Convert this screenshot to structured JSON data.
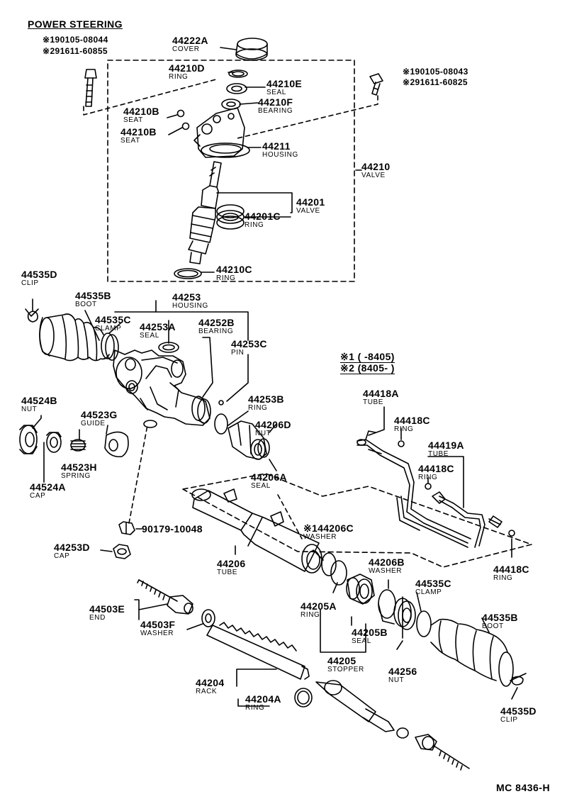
{
  "diagram": {
    "title": "POWER STEERING",
    "code": "MC 8436-H",
    "bolt_notes_left": [
      "※190105-08044",
      "※291611-60855"
    ],
    "bolt_notes_right": [
      "※190105-08043",
      "※291611-60825"
    ],
    "legend": {
      "line1": "※1 (       -8405)",
      "line2": "※2 (8405-       )"
    },
    "parts": [
      {
        "key": "p44222A",
        "number": "44222A",
        "name": "COVER"
      },
      {
        "key": "p44210D",
        "number": "44210D",
        "name": "RING"
      },
      {
        "key": "p44210E",
        "number": "44210E",
        "name": "SEAL"
      },
      {
        "key": "p44210F",
        "number": "44210F",
        "name": "BEARING"
      },
      {
        "key": "p44210B1",
        "number": "44210B",
        "name": "SEAT"
      },
      {
        "key": "p44210B2",
        "number": "44210B",
        "name": "SEAT"
      },
      {
        "key": "p44211",
        "number": "44211",
        "name": "HOUSING"
      },
      {
        "key": "p44210",
        "number": "44210",
        "name": "VALVE"
      },
      {
        "key": "p44201",
        "number": "44201",
        "name": "VALVE"
      },
      {
        "key": "p44201C",
        "number": "44201C",
        "name": "RING"
      },
      {
        "key": "p44210C",
        "number": "44210C",
        "name": "RING"
      },
      {
        "key": "p44535D1",
        "number": "44535D",
        "name": "CLIP"
      },
      {
        "key": "p44535B1",
        "number": "44535B",
        "name": "BOOT"
      },
      {
        "key": "p44535C1",
        "number": "44535C",
        "name": "CLAMP"
      },
      {
        "key": "p44253",
        "number": "44253",
        "name": "HOUSING"
      },
      {
        "key": "p44253A",
        "number": "44253A",
        "name": "SEAL"
      },
      {
        "key": "p44252B",
        "number": "44252B",
        "name": "BEARING"
      },
      {
        "key": "p44253C",
        "number": "44253C",
        "name": "PIN"
      },
      {
        "key": "p44253B",
        "number": "44253B",
        "name": "RING"
      },
      {
        "key": "p44206D",
        "number": "44206D",
        "name": "NUT"
      },
      {
        "key": "p44206A",
        "number": "44206A",
        "name": "SEAL"
      },
      {
        "key": "p44524B",
        "number": "44524B",
        "name": "NUT"
      },
      {
        "key": "p44523G",
        "number": "44523G",
        "name": "GUIDE"
      },
      {
        "key": "p44523H",
        "number": "44523H",
        "name": "SPRING"
      },
      {
        "key": "p44524A",
        "number": "44524A",
        "name": "CAP"
      },
      {
        "key": "p90179",
        "number": "90179-10048",
        "name": ""
      },
      {
        "key": "p44253D",
        "number": "44253D",
        "name": "CAP"
      },
      {
        "key": "p44206",
        "number": "44206",
        "name": "TUBE"
      },
      {
        "key": "p44206C",
        "number": "※144206C",
        "name": "WASHER"
      },
      {
        "key": "p44206B",
        "number": "44206B",
        "name": "WASHER"
      },
      {
        "key": "p44418A",
        "number": "44418A",
        "name": "TUBE"
      },
      {
        "key": "p44418C1",
        "number": "44418C",
        "name": "RING"
      },
      {
        "key": "p44419A",
        "number": "44419A",
        "name": "TUBE"
      },
      {
        "key": "p44418C2",
        "number": "44418C",
        "name": "RING"
      },
      {
        "key": "p44418C3",
        "number": "44418C",
        "name": "RING"
      },
      {
        "key": "p44503E",
        "number": "44503E",
        "name": "END"
      },
      {
        "key": "p44503F",
        "number": "44503F",
        "name": "WASHER"
      },
      {
        "key": "p44205A",
        "number": "44205A",
        "name": "RING"
      },
      {
        "key": "p44205B",
        "number": "44205B",
        "name": "SEAL"
      },
      {
        "key": "p44205",
        "number": "44205",
        "name": "STOPPER"
      },
      {
        "key": "p44535C2",
        "number": "44535C",
        "name": "CLAMP"
      },
      {
        "key": "p44535B2",
        "number": "44535B",
        "name": "BOOT"
      },
      {
        "key": "p44256",
        "number": "44256",
        "name": "NUT"
      },
      {
        "key": "p44204",
        "number": "44204",
        "name": "RACK"
      },
      {
        "key": "p44204A",
        "number": "44204A",
        "name": "RING"
      },
      {
        "key": "p44535D2",
        "number": "44535D",
        "name": "CLIP"
      }
    ]
  }
}
